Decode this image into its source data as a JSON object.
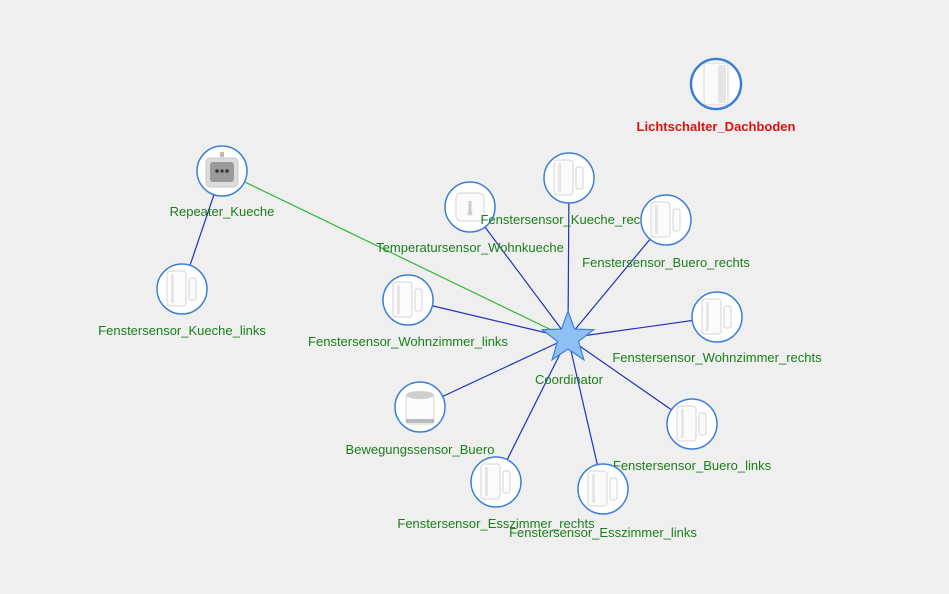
{
  "colors": {
    "background": "#efefef",
    "node_border": "#3b7fd6",
    "label_online": "#1a7f1a",
    "label_offline": "#e01010",
    "link_coordinator": "#2233bb",
    "link_router": "#33bb33",
    "coordinator_fill": "#8fc0f5",
    "coordinator_stroke": "#3b7fd6"
  },
  "coordinator": {
    "label": "Coordinator",
    "icon": "star-icon"
  },
  "devices": [
    {
      "id": "repeater-kueche",
      "label": "Repeater_Kueche",
      "icon": "power-plug-icon",
      "status": "online"
    },
    {
      "id": "fenstersensor-kueche-links",
      "label": "Fenstersensor_Kueche_links",
      "icon": "window-sensor-icon",
      "status": "online"
    },
    {
      "id": "temperatursensor-wohnkueche",
      "label": "Temperatursensor_Wohnkueche",
      "icon": "temperature-sensor-icon",
      "status": "online"
    },
    {
      "id": "fenstersensor-kueche-rechts",
      "label": "Fenstersensor_Kueche_rechts",
      "icon": "window-sensor-icon",
      "status": "online"
    },
    {
      "id": "fenstersensor-buero-rechts",
      "label": "Fenstersensor_Buero_rechts",
      "icon": "window-sensor-icon",
      "status": "online"
    },
    {
      "id": "fenstersensor-wohnzimmer-links",
      "label": "Fenstersensor_Wohnzimmer_links",
      "icon": "window-sensor-icon",
      "status": "online"
    },
    {
      "id": "fenstersensor-wohnzimmer-rechts",
      "label": "Fenstersensor_Wohnzimmer_rechts",
      "icon": "window-sensor-icon",
      "status": "online"
    },
    {
      "id": "bewegungssensor-buero",
      "label": "Bewegungssensor_Buero",
      "icon": "motion-sensor-icon",
      "status": "online"
    },
    {
      "id": "fenstersensor-buero-links",
      "label": "Fenstersensor_Buero_links",
      "icon": "window-sensor-icon",
      "status": "online"
    },
    {
      "id": "fenstersensor-esszimmer-rechts",
      "label": "Fenstersensor_Esszimmer_rechts",
      "icon": "window-sensor-icon",
      "status": "online"
    },
    {
      "id": "fenstersensor-esszimmer-links",
      "label": "Fenstersensor_Esszimmer_links",
      "icon": "window-sensor-icon",
      "status": "online"
    },
    {
      "id": "lichtschalter-dachboden",
      "label": "Lichtschalter_Dachboden",
      "icon": "light-switch-icon",
      "status": "offline"
    }
  ],
  "links": [
    {
      "from": "coordinator",
      "to": "repeater-kueche",
      "type": "router"
    },
    {
      "from": "repeater-kueche",
      "to": "fenstersensor-kueche-links",
      "type": "child"
    },
    {
      "from": "coordinator",
      "to": "temperatursensor-wohnkueche",
      "type": "child"
    },
    {
      "from": "coordinator",
      "to": "fenstersensor-kueche-rechts",
      "type": "child"
    },
    {
      "from": "coordinator",
      "to": "fenstersensor-buero-rechts",
      "type": "child"
    },
    {
      "from": "coordinator",
      "to": "fenstersensor-wohnzimmer-links",
      "type": "child"
    },
    {
      "from": "coordinator",
      "to": "fenstersensor-wohnzimmer-rechts",
      "type": "child"
    },
    {
      "from": "coordinator",
      "to": "bewegungssensor-buero",
      "type": "child"
    },
    {
      "from": "coordinator",
      "to": "fenstersensor-buero-links",
      "type": "child"
    },
    {
      "from": "coordinator",
      "to": "fenstersensor-esszimmer-rechts",
      "type": "child"
    },
    {
      "from": "coordinator",
      "to": "fenstersensor-esszimmer-links",
      "type": "child"
    }
  ]
}
